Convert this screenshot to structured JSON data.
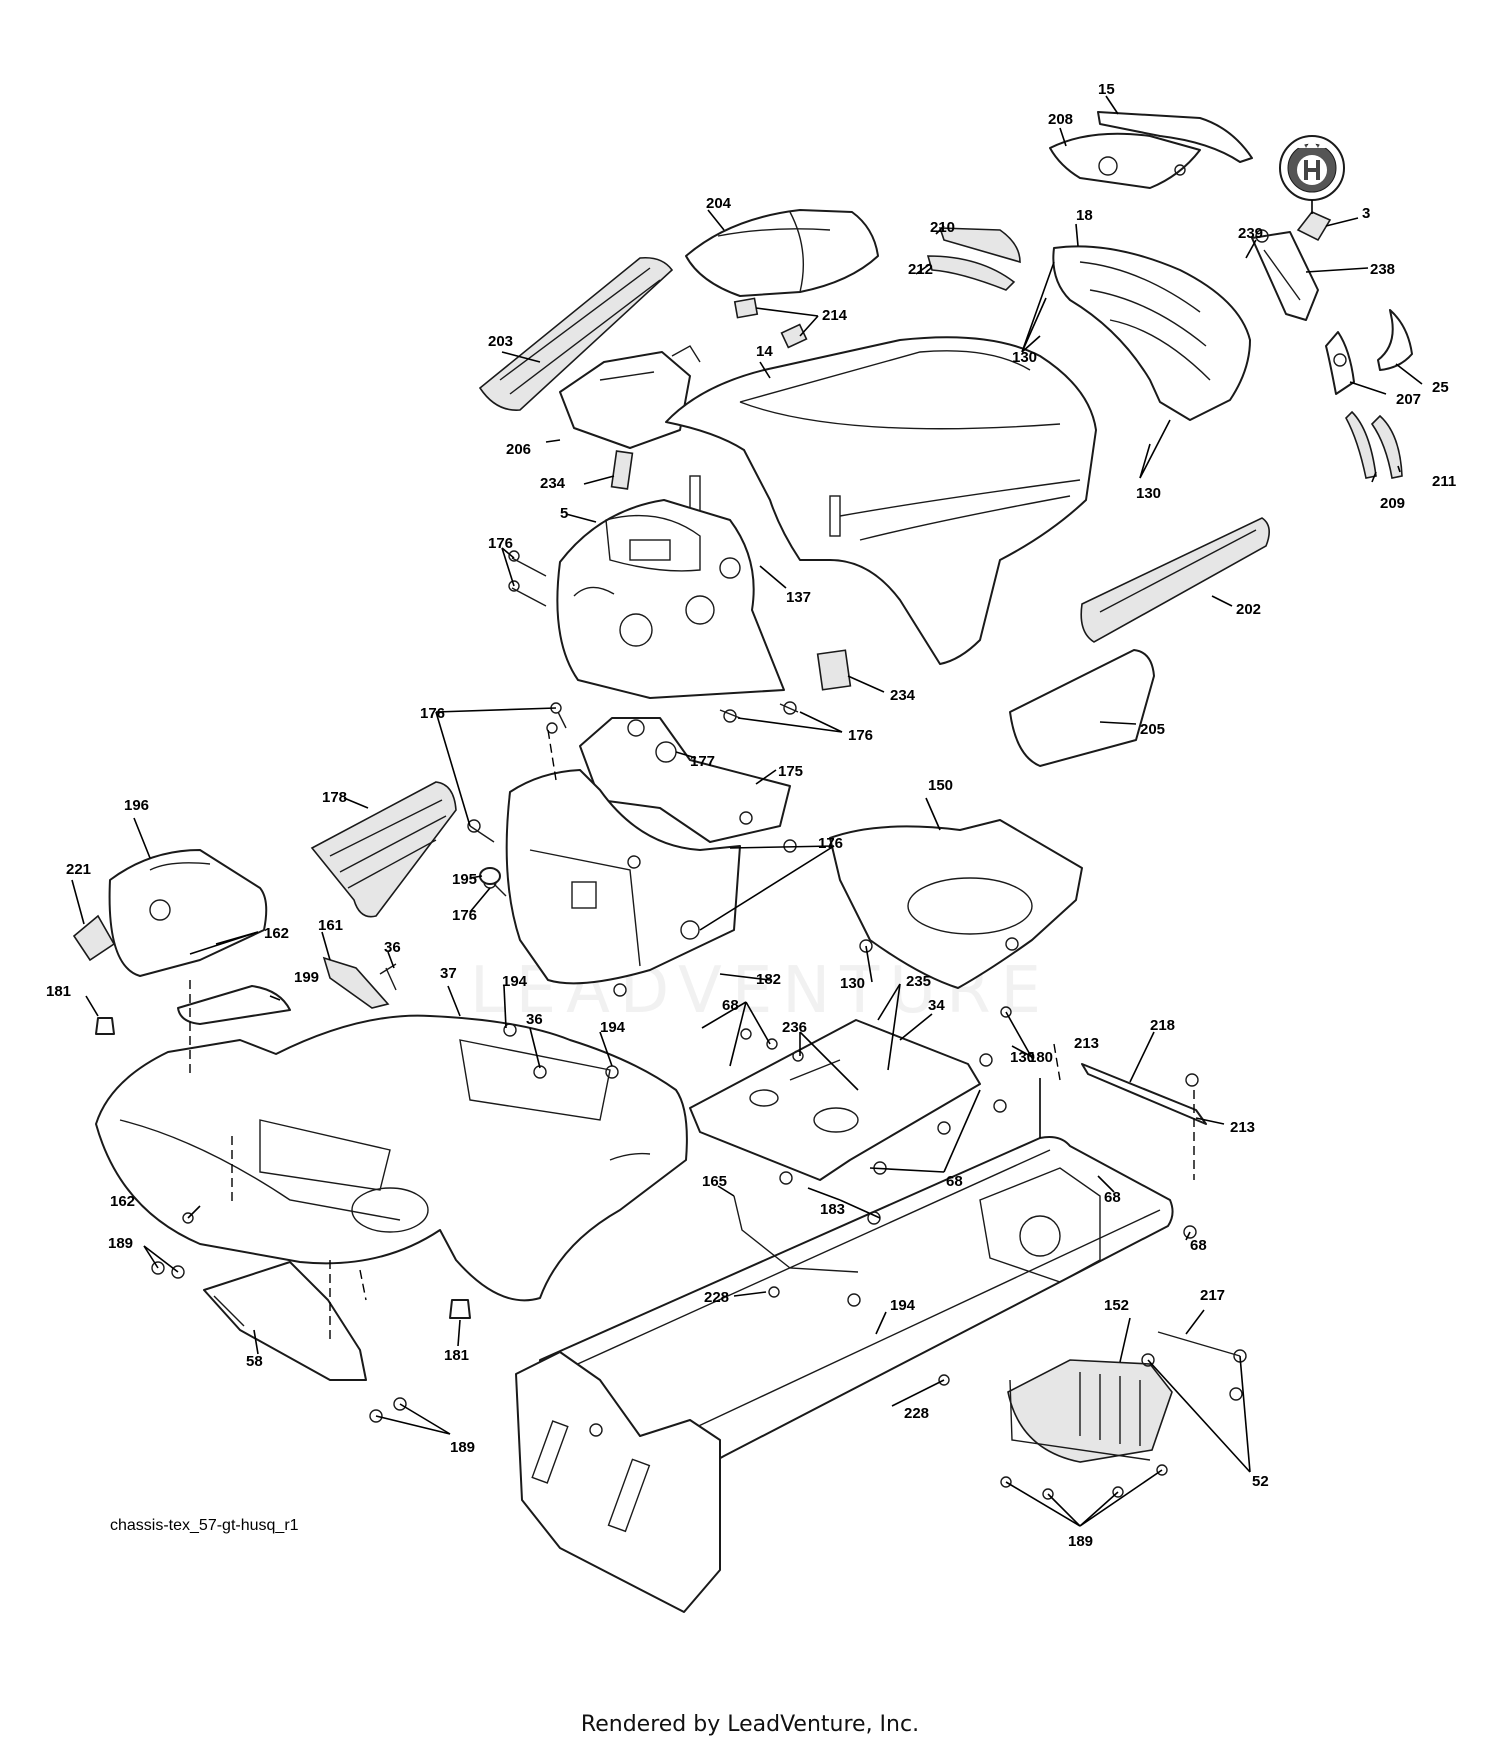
{
  "diagram": {
    "filename": "chassis-tex_57-gt-husq_r1",
    "watermark": "LEADVENTURE",
    "footer": "Rendered by LeadVenture, Inc.",
    "callouts": [
      {
        "id": "c-15",
        "label": "15"
      },
      {
        "id": "c-208",
        "label": "208"
      },
      {
        "id": "c-3",
        "label": "3"
      },
      {
        "id": "c-204",
        "label": "204"
      },
      {
        "id": "c-210",
        "label": "210"
      },
      {
        "id": "c-18",
        "label": "18"
      },
      {
        "id": "c-239",
        "label": "239"
      },
      {
        "id": "c-238",
        "label": "238"
      },
      {
        "id": "c-212",
        "label": "212"
      },
      {
        "id": "c-214",
        "label": "214"
      },
      {
        "id": "c-203",
        "label": "203"
      },
      {
        "id": "c-14",
        "label": "14"
      },
      {
        "id": "c-130a",
        "label": "130"
      },
      {
        "id": "c-25",
        "label": "25"
      },
      {
        "id": "c-207",
        "label": "207"
      },
      {
        "id": "c-206",
        "label": "206"
      },
      {
        "id": "c-234a",
        "label": "234"
      },
      {
        "id": "c-130b",
        "label": "130"
      },
      {
        "id": "c-211",
        "label": "211"
      },
      {
        "id": "c-209",
        "label": "209"
      },
      {
        "id": "c-5",
        "label": "5"
      },
      {
        "id": "c-176a",
        "label": "176"
      },
      {
        "id": "c-137",
        "label": "137"
      },
      {
        "id": "c-202",
        "label": "202"
      },
      {
        "id": "c-234b",
        "label": "234"
      },
      {
        "id": "c-176b",
        "label": "176"
      },
      {
        "id": "c-176c",
        "label": "176"
      },
      {
        "id": "c-205",
        "label": "205"
      },
      {
        "id": "c-177",
        "label": "177"
      },
      {
        "id": "c-175",
        "label": "175"
      },
      {
        "id": "c-178",
        "label": "178"
      },
      {
        "id": "c-150",
        "label": "150"
      },
      {
        "id": "c-196",
        "label": "196"
      },
      {
        "id": "c-176d",
        "label": "176"
      },
      {
        "id": "c-221",
        "label": "221"
      },
      {
        "id": "c-195",
        "label": "195"
      },
      {
        "id": "c-176e",
        "label": "176"
      },
      {
        "id": "c-162a",
        "label": "162"
      },
      {
        "id": "c-161",
        "label": "161"
      },
      {
        "id": "c-36a",
        "label": "36"
      },
      {
        "id": "c-182",
        "label": "182"
      },
      {
        "id": "c-130c",
        "label": "130"
      },
      {
        "id": "c-235",
        "label": "235"
      },
      {
        "id": "c-181a",
        "label": "181"
      },
      {
        "id": "c-199",
        "label": "199"
      },
      {
        "id": "c-37",
        "label": "37"
      },
      {
        "id": "c-194a",
        "label": "194"
      },
      {
        "id": "c-36b",
        "label": "36"
      },
      {
        "id": "c-194b",
        "label": "194"
      },
      {
        "id": "c-68a",
        "label": "68"
      },
      {
        "id": "c-236",
        "label": "236"
      },
      {
        "id": "c-34",
        "label": "34"
      },
      {
        "id": "c-130d",
        "label": "130"
      },
      {
        "id": "c-213a",
        "label": "213"
      },
      {
        "id": "c-218",
        "label": "218"
      },
      {
        "id": "c-213b",
        "label": "213"
      },
      {
        "id": "c-180",
        "label": "180"
      },
      {
        "id": "c-165",
        "label": "165"
      },
      {
        "id": "c-68b",
        "label": "68"
      },
      {
        "id": "c-68c",
        "label": "68"
      },
      {
        "id": "c-162b",
        "label": "162"
      },
      {
        "id": "c-183",
        "label": "183"
      },
      {
        "id": "c-68d",
        "label": "68"
      },
      {
        "id": "c-189a",
        "label": "189"
      },
      {
        "id": "c-228a",
        "label": "228"
      },
      {
        "id": "c-194c",
        "label": "194"
      },
      {
        "id": "c-217",
        "label": "217"
      },
      {
        "id": "c-152",
        "label": "152"
      },
      {
        "id": "c-58",
        "label": "58"
      },
      {
        "id": "c-181b",
        "label": "181"
      },
      {
        "id": "c-228b",
        "label": "228"
      },
      {
        "id": "c-189b",
        "label": "189"
      },
      {
        "id": "c-52",
        "label": "52"
      },
      {
        "id": "c-189c",
        "label": "189"
      }
    ]
  }
}
